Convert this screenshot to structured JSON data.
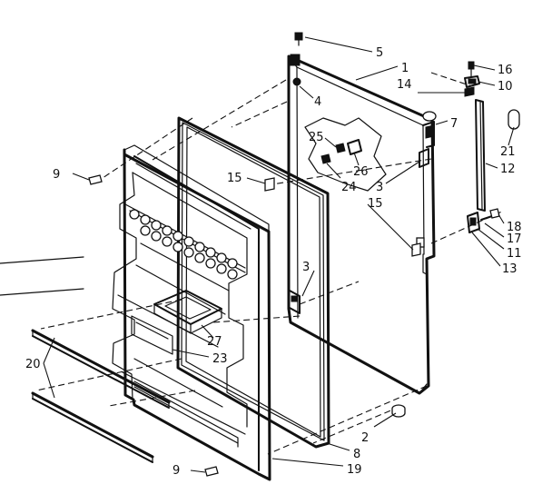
{
  "colors": {
    "ink": "#111111",
    "paper": "#ffffff"
  },
  "callouts": {
    "c1": "1",
    "c2": "2",
    "c3a": "3",
    "c3b": "3",
    "c4": "4",
    "c5": "5",
    "c7": "7",
    "c8": "8",
    "c9a": "9",
    "c9b": "9",
    "c10": "10",
    "c11": "11",
    "c12": "12",
    "c13": "13",
    "c14": "14",
    "c15a": "15",
    "c15b": "15",
    "c16": "16",
    "c17": "17",
    "c18": "18",
    "c19": "19",
    "c20": "20",
    "c21": "21",
    "c23": "23",
    "c24": "24",
    "c25": "25",
    "c26": "26",
    "c27": "27"
  }
}
